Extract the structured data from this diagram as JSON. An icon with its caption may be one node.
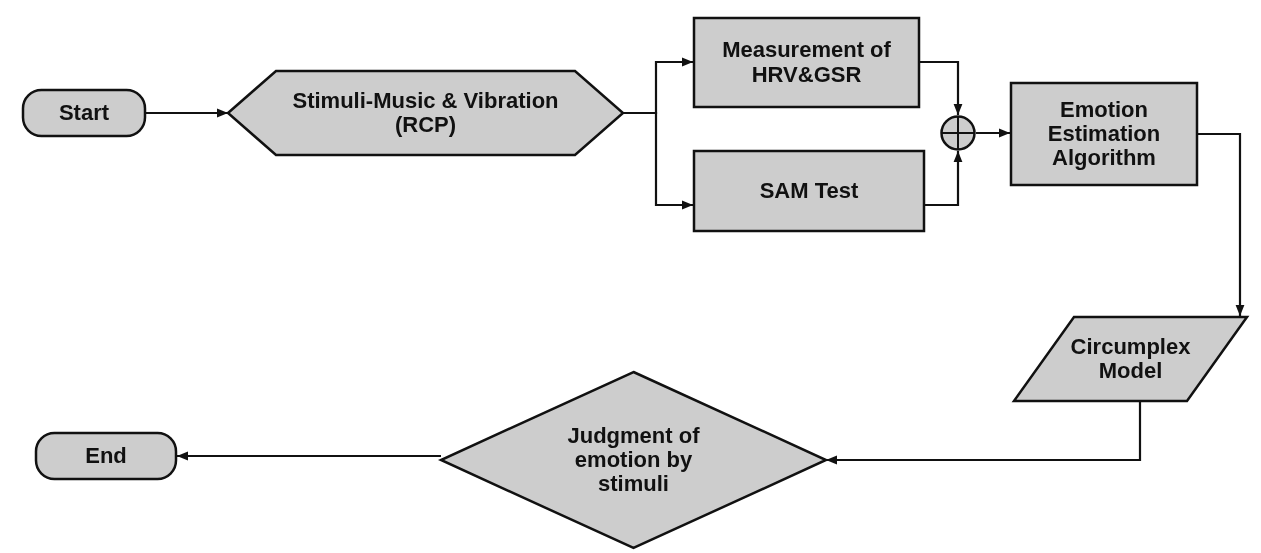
{
  "diagram": {
    "nodes": [
      {
        "text": [
          "Start"
        ]
      },
      {
        "text": [
          "Stimuli-Music & Vibration (RCP)"
        ]
      },
      {
        "text": [
          "Measurement of HRV&GSR"
        ]
      },
      {
        "text": [
          "SAM Test"
        ]
      },
      {
        "text": [],
        "shape": "circle"
      },
      {
        "text": [
          "Emotion Estimation Algorithm"
        ]
      },
      {
        "text": [
          "Circumplex Model"
        ]
      },
      {
        "text": [
          "Judgment of emotion by stimuli"
        ]
      },
      {
        "text": [
          "End"
        ]
      }
    ],
    "edges": [
      {
        "from": 0,
        "to": 1,
        "arrow": "to"
      },
      {
        "from": 1,
        "to": 2,
        "arrow": "to"
      },
      {
        "from": 1,
        "to": 3,
        "arrow": "to"
      },
      {
        "from": 2,
        "to": 4,
        "arrow": "to"
      },
      {
        "from": 3,
        "to": 4,
        "arrow": "to"
      },
      {
        "from": 4,
        "to": 5,
        "arrow": "to"
      },
      {
        "from": 5,
        "to": 6,
        "arrow": "to"
      },
      {
        "from": 6,
        "to": 7,
        "arrow": "to"
      },
      {
        "from": 7,
        "to": 8,
        "arrow": "to"
      }
    ]
  }
}
